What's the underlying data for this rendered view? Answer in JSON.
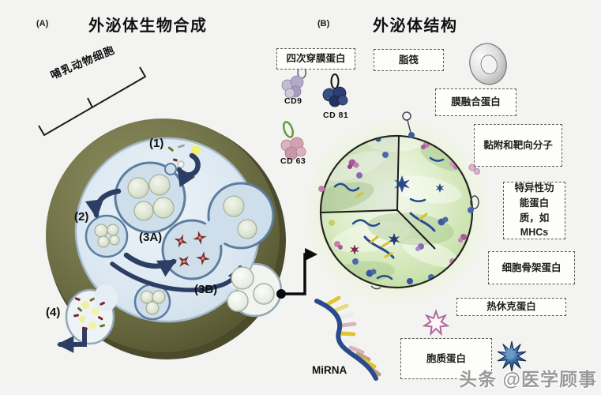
{
  "panel_a": {
    "tag": "(A)",
    "title": "外泌体生物合成",
    "cell_label": "哺乳动物细胞",
    "step1": "(1)",
    "step2": "(2)",
    "step3a": "(3A)",
    "step3b": "(3B)",
    "step4": "(4)"
  },
  "panel_b": {
    "tag": "(B)",
    "title": "外泌体结构",
    "box_tetraspanin": "四次穿膜蛋白",
    "box_lipid_raft": "脂筏",
    "box_membrane_fusion": "膜融合蛋白",
    "box_adhesion_targeting": "黏附和靶向分子",
    "box_specific_function": "特异性功能蛋白质，如MHCs",
    "box_cytoskeleton": "细胞骨架蛋白",
    "box_heat_shock": "热休克蛋白",
    "box_cytoplasmic": "胞质蛋白",
    "marker_cd9": "CD9",
    "marker_cd81": "CD 81",
    "marker_cd63": "CD 63",
    "mirna_label": "MiRNA"
  },
  "watermark": "头条 @医学顾事",
  "colors": {
    "membrane_olive": "#74744a",
    "cytoplasm_blue": "#d8e5ef",
    "mvb_border": "#5c7da0",
    "arrow_navy": "#2c3e63",
    "exosome_green": "#cbe3ae",
    "glow_green": "#e0f0b0",
    "mirna_blue": "#2a4a8e",
    "red_star": "#7e2824",
    "watermark_gray": "#9a9a9a"
  }
}
